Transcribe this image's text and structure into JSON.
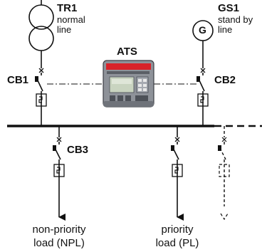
{
  "tr1": {
    "name": "TR1",
    "desc_line1": "normal",
    "desc_line2": "line"
  },
  "gs1": {
    "name": "GS1",
    "symbol": "G",
    "desc_line1": "stand by",
    "desc_line2": "line"
  },
  "ats": {
    "label": "ATS"
  },
  "breakers": {
    "cb1": "CB1",
    "cb2": "CB2",
    "cb3": "CB3"
  },
  "loads": {
    "npl": {
      "line1": "non-priority",
      "line2": "load (NPL)"
    },
    "pl": {
      "line1": "priority",
      "line2": "load (PL)"
    }
  },
  "colors": {
    "ats_accent": "#d8232a",
    "ats_screen": "#c9d4c0",
    "line": "#111111"
  }
}
